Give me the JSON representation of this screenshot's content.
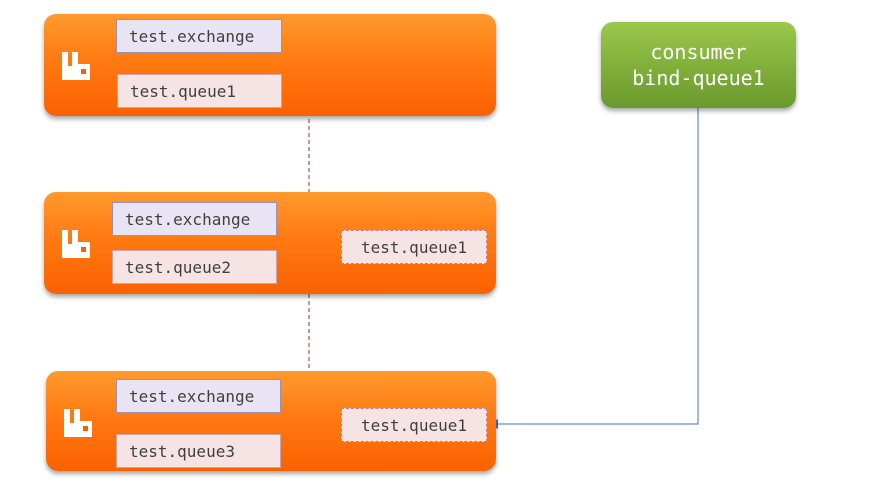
{
  "nodes": [
    {
      "exchange": "test.exchange",
      "queue": "test.queue1"
    },
    {
      "exchange": "test.exchange",
      "queue": "test.queue2",
      "mirror_queue": "test.queue1"
    },
    {
      "exchange": "test.exchange",
      "queue": "test.queue3",
      "mirror_queue": "test.queue1"
    }
  ],
  "consumer": {
    "line1": "consumer",
    "line2": "bind-queue1"
  },
  "colors": {
    "node": "#fb6100",
    "consumer": "#7fae3a",
    "sync_link": "#9e2b2b",
    "consumer_link": "#4472c4"
  }
}
